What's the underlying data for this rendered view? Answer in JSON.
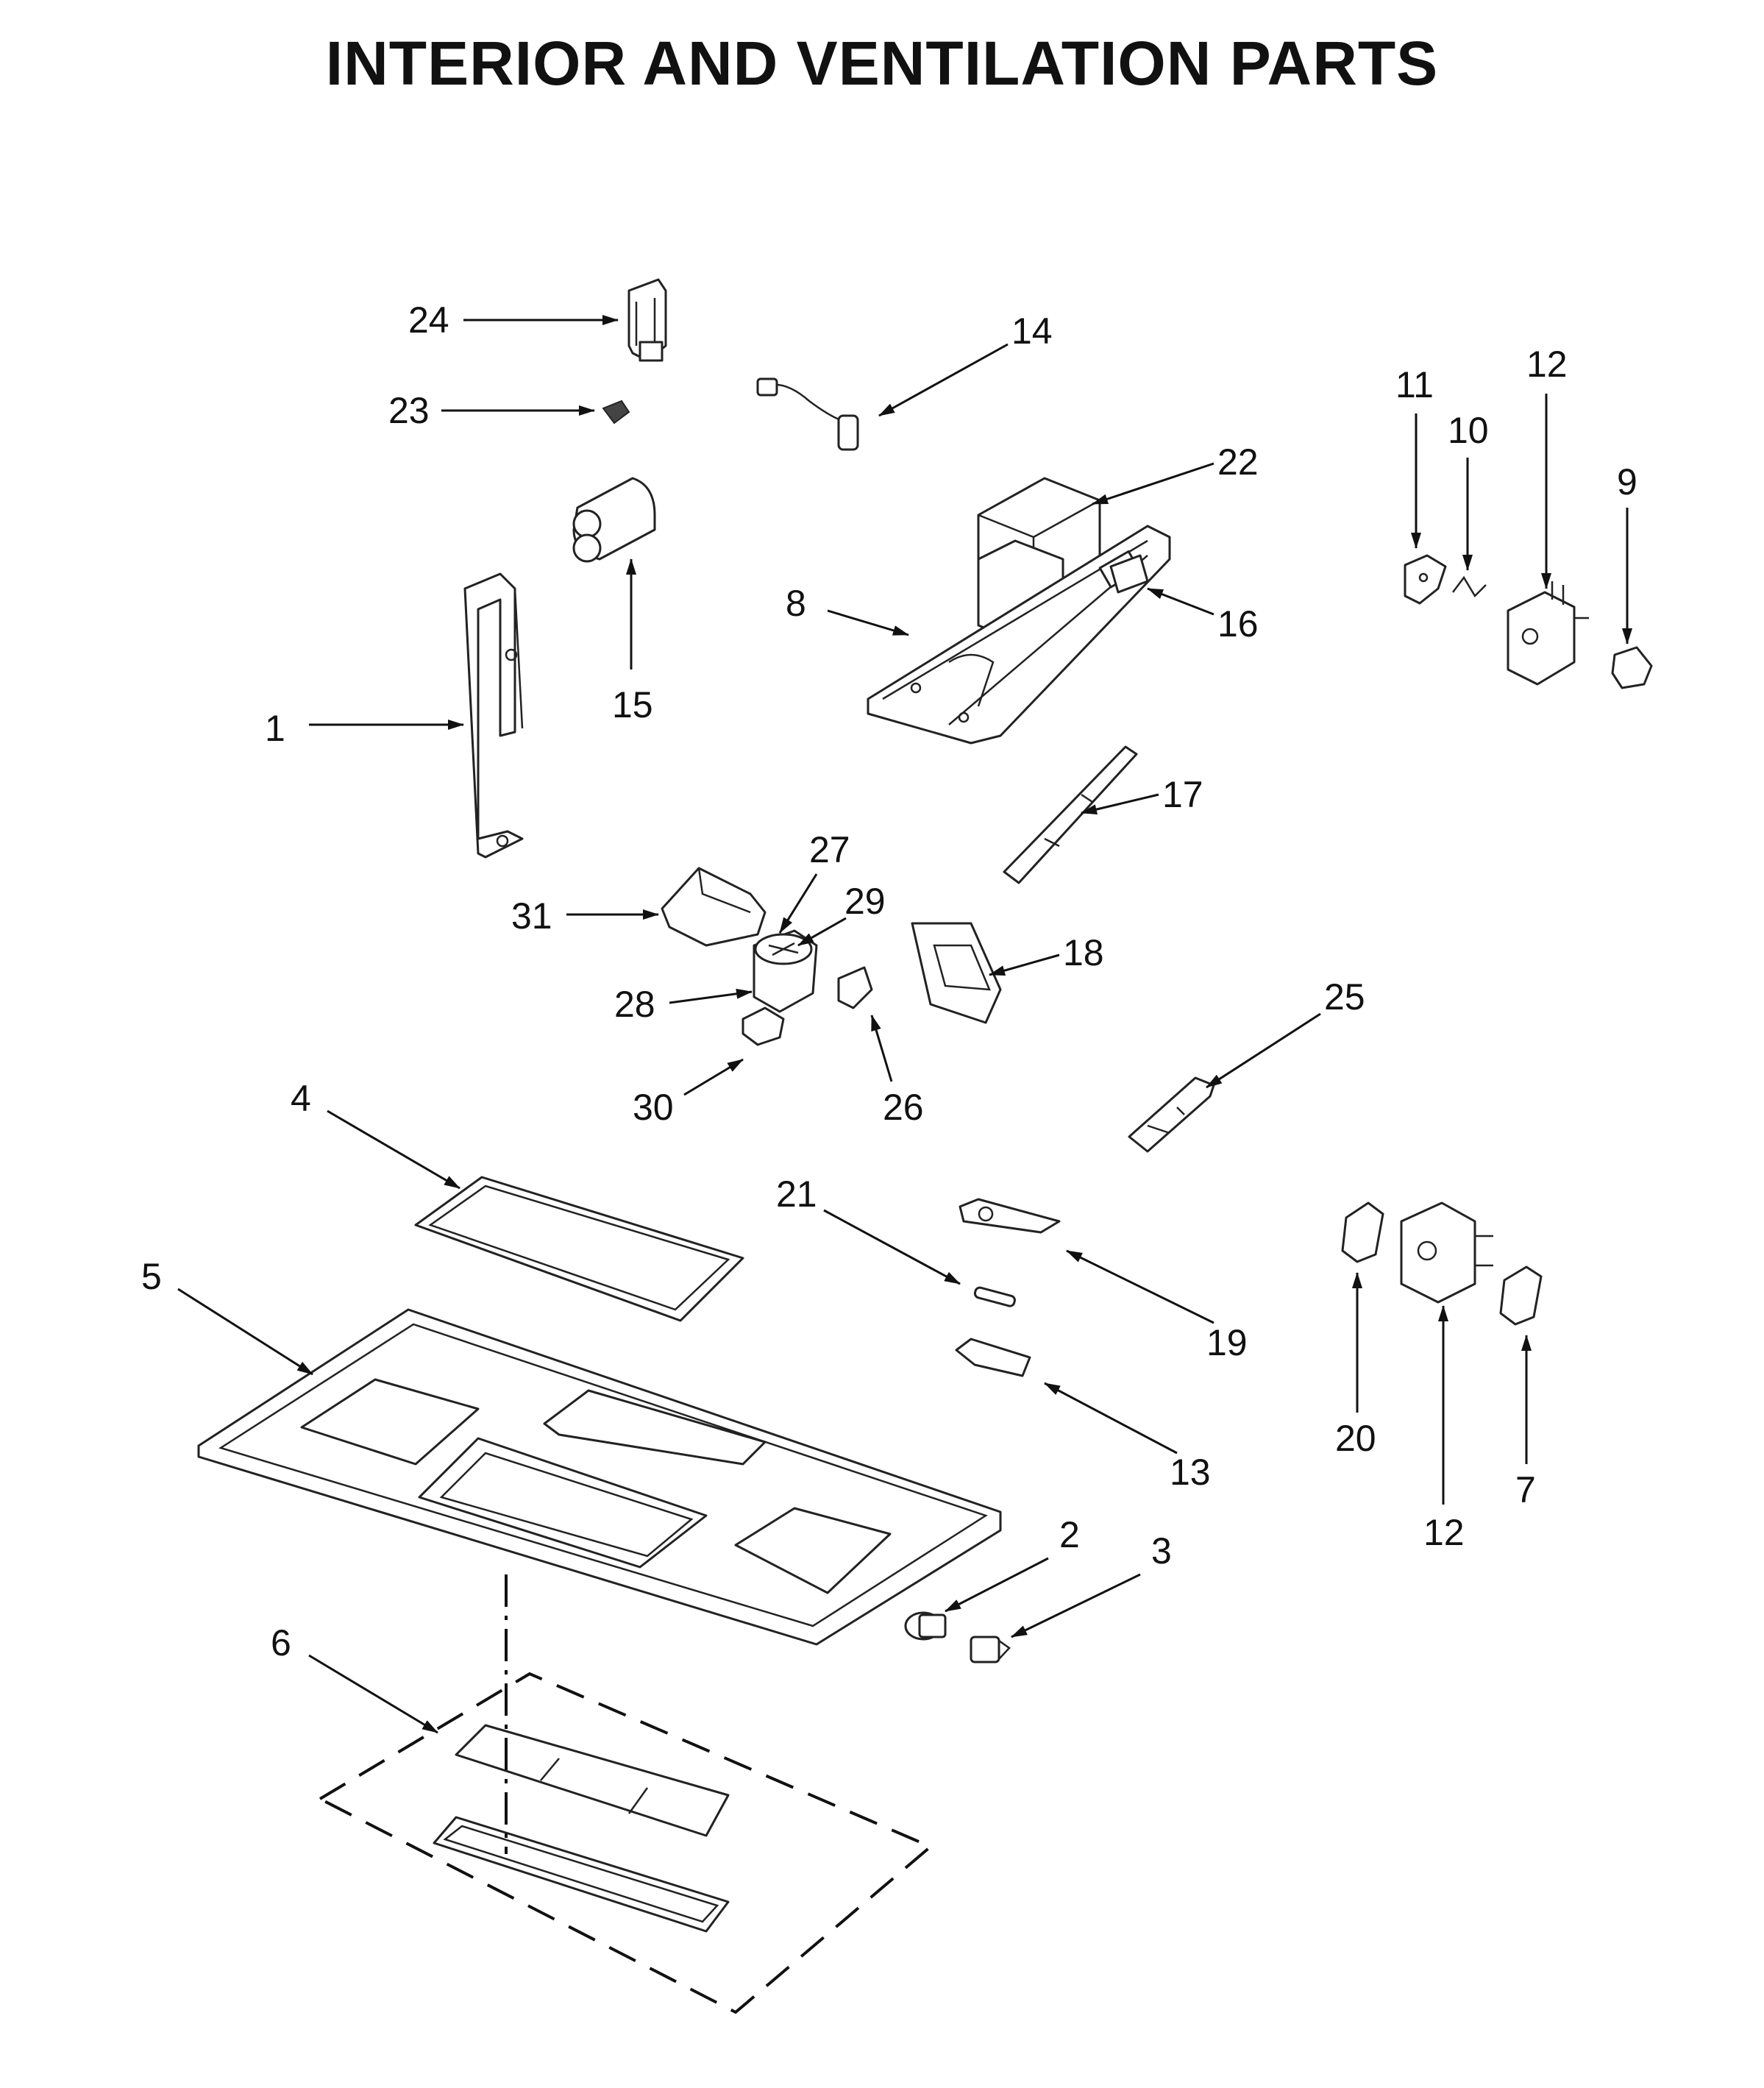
{
  "title": "INTERIOR AND VENTILATION PARTS",
  "colors": {
    "ink": "#111111",
    "background": "#ffffff"
  },
  "callouts": [
    {
      "id": "c1",
      "label": "1"
    },
    {
      "id": "c2",
      "label": "2"
    },
    {
      "id": "c3",
      "label": "3"
    },
    {
      "id": "c4",
      "label": "4"
    },
    {
      "id": "c5",
      "label": "5"
    },
    {
      "id": "c6",
      "label": "6"
    },
    {
      "id": "c7",
      "label": "7"
    },
    {
      "id": "c8",
      "label": "8"
    },
    {
      "id": "c9",
      "label": "9"
    },
    {
      "id": "c10",
      "label": "10"
    },
    {
      "id": "c11",
      "label": "11"
    },
    {
      "id": "c12a",
      "label": "12"
    },
    {
      "id": "c12b",
      "label": "12"
    },
    {
      "id": "c13",
      "label": "13"
    },
    {
      "id": "c14",
      "label": "14"
    },
    {
      "id": "c15",
      "label": "15"
    },
    {
      "id": "c16",
      "label": "16"
    },
    {
      "id": "c17",
      "label": "17"
    },
    {
      "id": "c18",
      "label": "18"
    },
    {
      "id": "c19",
      "label": "19"
    },
    {
      "id": "c20",
      "label": "20"
    },
    {
      "id": "c21",
      "label": "21"
    },
    {
      "id": "c22",
      "label": "22"
    },
    {
      "id": "c23",
      "label": "23"
    },
    {
      "id": "c24",
      "label": "24"
    },
    {
      "id": "c25",
      "label": "25"
    },
    {
      "id": "c26",
      "label": "26"
    },
    {
      "id": "c27",
      "label": "27"
    },
    {
      "id": "c28",
      "label": "28"
    },
    {
      "id": "c29",
      "label": "29"
    },
    {
      "id": "c30",
      "label": "30"
    },
    {
      "id": "c31",
      "label": "31"
    }
  ]
}
